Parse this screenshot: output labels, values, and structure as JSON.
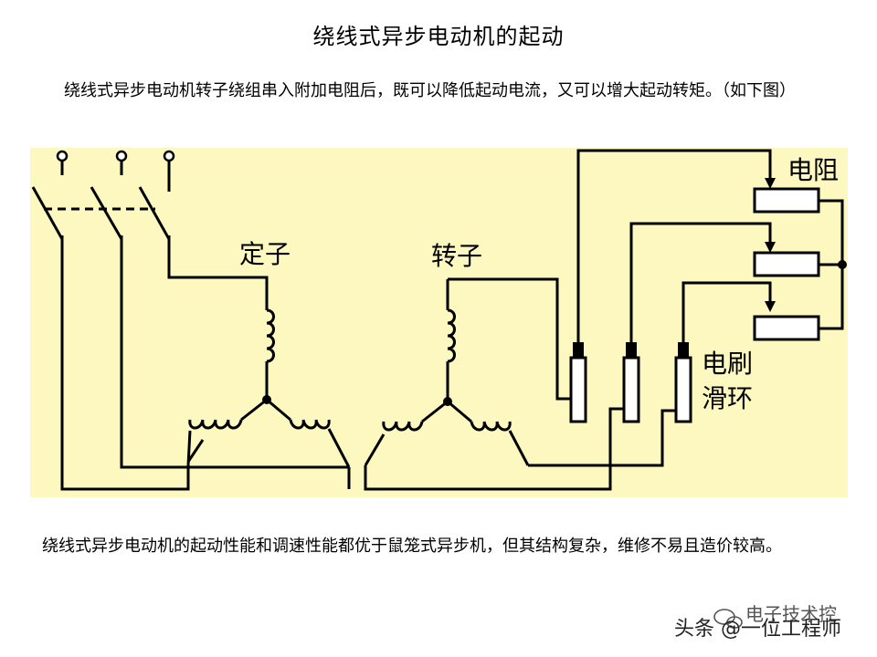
{
  "title": "绕线式异步电动机的起动",
  "intro": "绕线式异步电动机转子绕组串入附加电阻后，既可以降低起动电流，又可以增大起动转矩。（如下图）",
  "diagram": {
    "label_stator": "定子",
    "label_rotor": "转子",
    "label_resistor": "电阻",
    "label_brush": "电刷",
    "label_slipring": "滑环",
    "background_color": "#fcf8c0"
  },
  "conclusion": "绕线式异步电动机的起动性能和调速性能都优于鼠笼式异步机，但其结构复杂，维修不易且造价较高。",
  "watermark": {
    "channel": "电子技术控",
    "credit": "头条 @一位工程师"
  }
}
